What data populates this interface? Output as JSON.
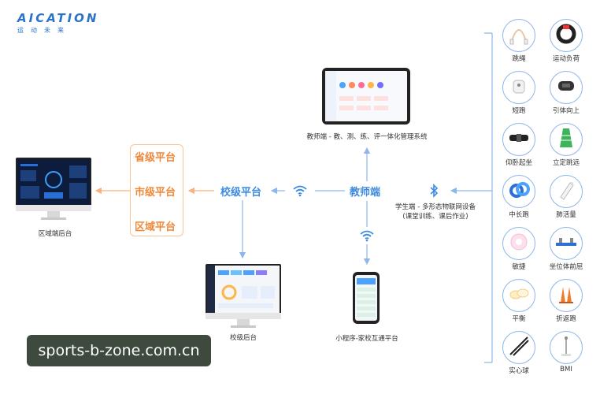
{
  "logo": {
    "wordmark": "AICATION",
    "tagline": "运动未来"
  },
  "platforms": {
    "province": "省级平台",
    "city": "市级平台",
    "district": "区域平台",
    "school": "校级平台",
    "teacher": "教师端"
  },
  "captions": {
    "district_backend": "区域端后台",
    "school_backend": "校级后台",
    "teacher_system": "教师端 - 教、测、练、评一体化管理系统",
    "student_devices_line1": "学生端 - 多形态物联网设备",
    "student_devices_line2": "(课堂训练、课后作业)",
    "mini_program": "小程序-家校互通平台"
  },
  "devices": [
    {
      "label": "跳绳",
      "icon": "jump-rope-icon"
    },
    {
      "label": "运动负荷",
      "icon": "heart-rate-band-icon"
    },
    {
      "label": "短跑",
      "icon": "sprint-sensor-icon"
    },
    {
      "label": "引体向上",
      "icon": "pull-up-sensor-icon"
    },
    {
      "label": "仰卧起坐",
      "icon": "sit-up-belt-icon"
    },
    {
      "label": "立定跳远",
      "icon": "long-jump-mat-icon"
    },
    {
      "label": "中长跑",
      "icon": "wristband-icon"
    },
    {
      "label": "肺活量",
      "icon": "spirometer-icon"
    },
    {
      "label": "敏捷",
      "icon": "agility-pad-icon"
    },
    {
      "label": "坐位体前屈",
      "icon": "sit-and-reach-icon"
    },
    {
      "label": "平衡",
      "icon": "balance-pad-icon"
    },
    {
      "label": "折返跑",
      "icon": "cone-icon"
    },
    {
      "label": "实心球",
      "icon": "medicine-ball-icon"
    },
    {
      "label": "BMI",
      "icon": "height-scale-icon"
    }
  ],
  "watermark": "sports-b-zone.com.cn",
  "colors": {
    "blue": "#3c8ae0",
    "line_blue": "#8fb6e8",
    "orange": "#f0883a",
    "orange_border": "#f6c49b"
  }
}
